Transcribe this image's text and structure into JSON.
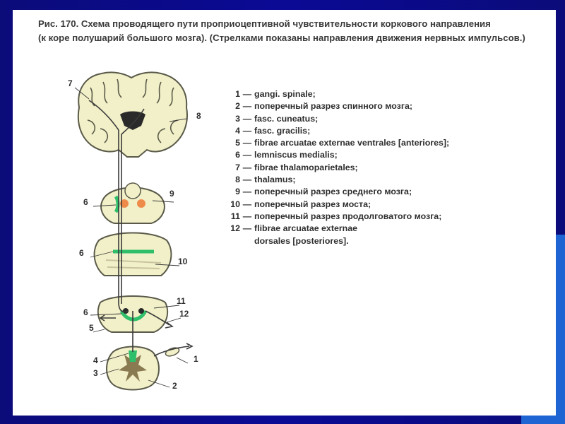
{
  "caption": {
    "line1": "Рис. 170. Схема проводящего пути проприоцептивной чувствительности коркового направления",
    "line2": "(к коре полушарий  большого  мозга). (Стрелками показаны направления движения нервных импульсов.)"
  },
  "figure": {
    "labels": {
      "l1": "1",
      "l2": "2",
      "l3": "3",
      "l4": "4",
      "l5": "5",
      "l6a": "6",
      "l6b": "6",
      "l6c": "6",
      "l7": "7",
      "l8": "8",
      "l9": "9",
      "l10": "10",
      "l11": "11",
      "l12": "12"
    },
    "colors": {
      "tissue": "#f2f0c8",
      "outline": "#5a5a4a",
      "pathway": "#3a3a3a",
      "tract_green": "#2fbf6a",
      "nucleus_orange": "#ee8a4a",
      "gray_matter": "#8a7a52"
    }
  },
  "legend": [
    {
      "num": "1",
      "text": "gangi. spinale;"
    },
    {
      "num": "2",
      "text": "поперечный разрез спинного мозга;"
    },
    {
      "num": "3",
      "text": "fasc. cuneatus;"
    },
    {
      "num": "4",
      "text": "fasc. gracilis;"
    },
    {
      "num": "5",
      "text": "fibrae arcuatae externae ventrales [anteriores];"
    },
    {
      "num": "6",
      "text": "lemniscus medialis;"
    },
    {
      "num": "7",
      "text": "fibrae thalamoparietales;"
    },
    {
      "num": "8",
      "text": "thalamus;"
    },
    {
      "num": "9",
      "text": "поперечный    разрез среднего мозга;"
    },
    {
      "num": "10",
      "text": "поперечный разрез моста;"
    },
    {
      "num": "11",
      "text": "поперечный разрез продолговатого мозга;"
    },
    {
      "num": "12",
      "text": "flibrae arcuatae externae"
    }
  ],
  "legend_continuation": "dorsales [posteriores]."
}
